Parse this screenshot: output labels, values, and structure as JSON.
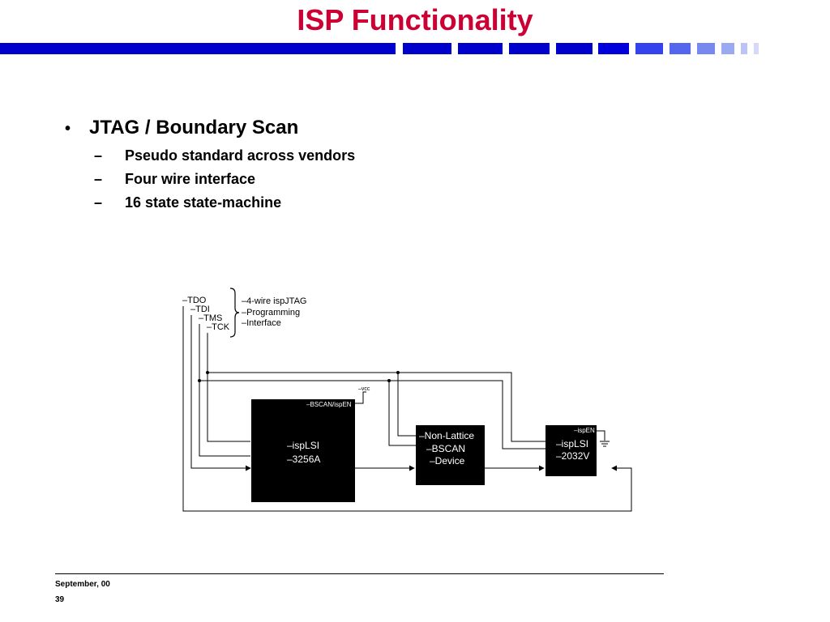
{
  "slide": {
    "title": "ISP Functionality",
    "title_color": "#cc0033",
    "bar_color": "#0000cc",
    "bullet": "JTAG / Boundary Scan",
    "sub_bullets": [
      "Pseudo standard across vendors",
      "Four wire interface",
      "16 state state-machine"
    ]
  },
  "diagram": {
    "signals": [
      "–TDO",
      "–TDI",
      "–TMS",
      "–TCK"
    ],
    "interface_labels": [
      "–4-wire ispJTAG",
      "–Programming",
      "–Interface"
    ],
    "vcc": "–vcc",
    "bscan_ispen": "–BSCAN/ispEN",
    "chip1": [
      "–ispLSI",
      "–3256A"
    ],
    "chip2": [
      "–Non-Lattice",
      "–BSCAN",
      "–Device"
    ],
    "chip3_pin": "–ispEN",
    "chip3": [
      "–ispLSI",
      "–2032V"
    ]
  },
  "footer": {
    "date": "September, 00",
    "page": "39"
  }
}
